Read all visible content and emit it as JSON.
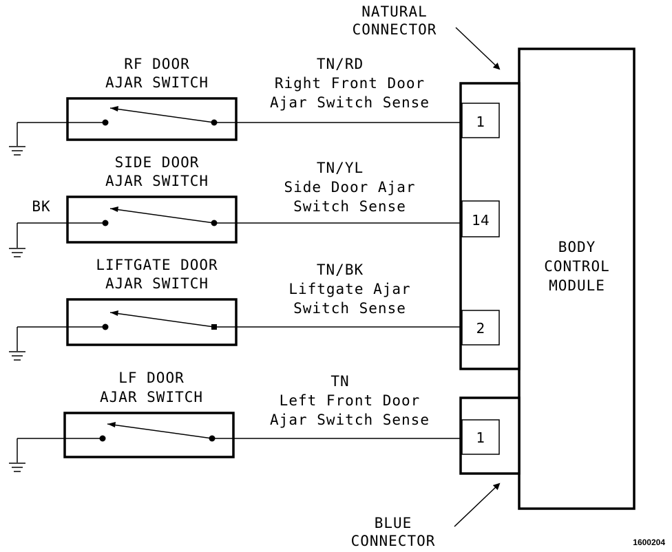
{
  "diagram": {
    "natural_connector": [
      "NATURAL",
      "CONNECTOR"
    ],
    "blue_connector": [
      "BLUE",
      "CONNECTOR"
    ],
    "module": [
      "BODY",
      "CONTROL",
      "MODULE"
    ],
    "figure_id": "1600204",
    "switches": [
      {
        "name": [
          "RF DOOR",
          "AJAR SWITCH"
        ],
        "wire_color": "TN/RD",
        "circuit": [
          "Right Front Door",
          "Ajar Switch Sense"
        ],
        "pin": "1",
        "ground_label": ""
      },
      {
        "name": [
          "SIDE DOOR",
          "AJAR SWITCH"
        ],
        "wire_color": "TN/YL",
        "circuit": [
          "Side Door Ajar",
          "Switch Sense"
        ],
        "pin": "14",
        "ground_label": "BK"
      },
      {
        "name": [
          "LIFTGATE DOOR",
          "AJAR SWITCH"
        ],
        "wire_color": "TN/BK",
        "circuit": [
          "Liftgate Ajar",
          "Switch Sense"
        ],
        "pin": "2",
        "ground_label": ""
      },
      {
        "name": [
          "LF DOOR",
          "AJAR SWITCH"
        ],
        "wire_color": "TN",
        "circuit": [
          "Left Front Door",
          "Ajar Switch Sense"
        ],
        "pin": "1",
        "ground_label": ""
      }
    ]
  }
}
